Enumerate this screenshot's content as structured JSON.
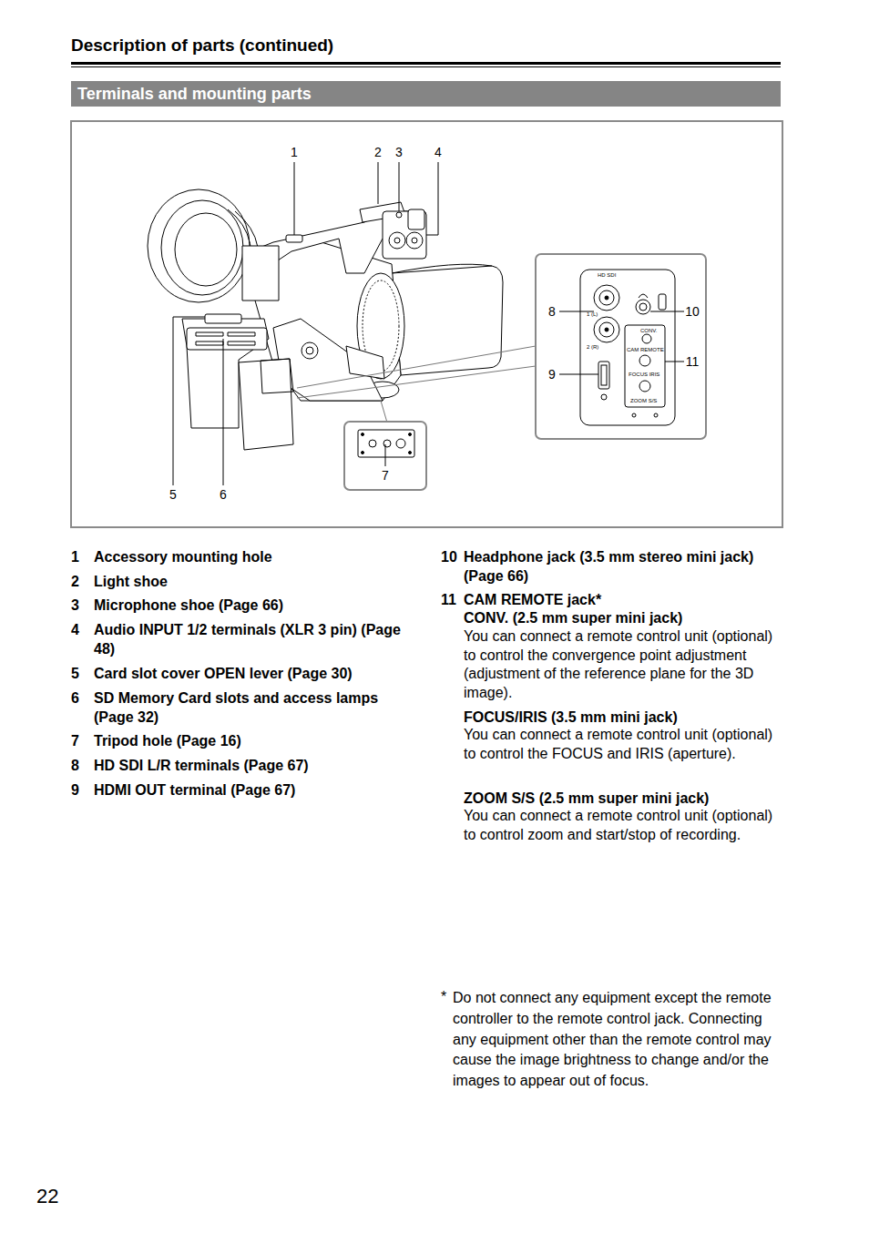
{
  "diagram": {
    "title": "Description of parts (continued)",
    "nodes": [
      {
        "text": [
          "Terminals and mounting parts"
        ]
      }
    ],
    "labels": [
      "1",
      "2",
      "3",
      "4",
      "8",
      "10",
      "9",
      "11",
      "7",
      "5",
      "6",
      "HD SDI",
      "1 (L)",
      "2 (R)",
      "CONV.",
      "CAM REMOTE",
      "FOCUS IRIS",
      "ZOOM S/S",
      "1",
      "Accessory mounting hole",
      "2",
      "Light shoe",
      "3",
      "Microphone shoe (Page 66)",
      "4",
      "Audio INPUT 1/2 terminals (XLR 3 pin) (Page 48)",
      "5",
      "Card slot cover OPEN lever (Page 30)",
      "6",
      "SD Memory Card slots and access lamps (Page 32)",
      "7",
      "Tripod hole (Page 16)",
      "8",
      "HD SDI L/R terminals (Page 67)",
      "9",
      "HDMI OUT terminal (Page 67)",
      "10",
      "Headphone jack (3.5 mm stereo mini jack) (Page 66)",
      "11",
      "CAM REMOTE jack*",
      "CONV. (2.5 mm super mini jack)",
      "You can connect a remote control unit (optional) to control the convergence point adjustment (adjustment of the reference plane for the 3D image).",
      "FOCUS/IRIS (3.5 mm mini jack)",
      "You can connect a remote control unit (optional) to control the FOCUS and IRIS (aperture).",
      "ZOOM S/S (2.5 mm super mini jack)",
      "You can connect a remote control unit (optional) to control zoom and start/stop of recording.",
      "*",
      "Do not connect any equipment except the remote controller to the remote control jack. Connecting any equipment other than the remote control may cause the image brightness to change and/or the images to appear out of focus.",
      "22"
    ]
  }
}
